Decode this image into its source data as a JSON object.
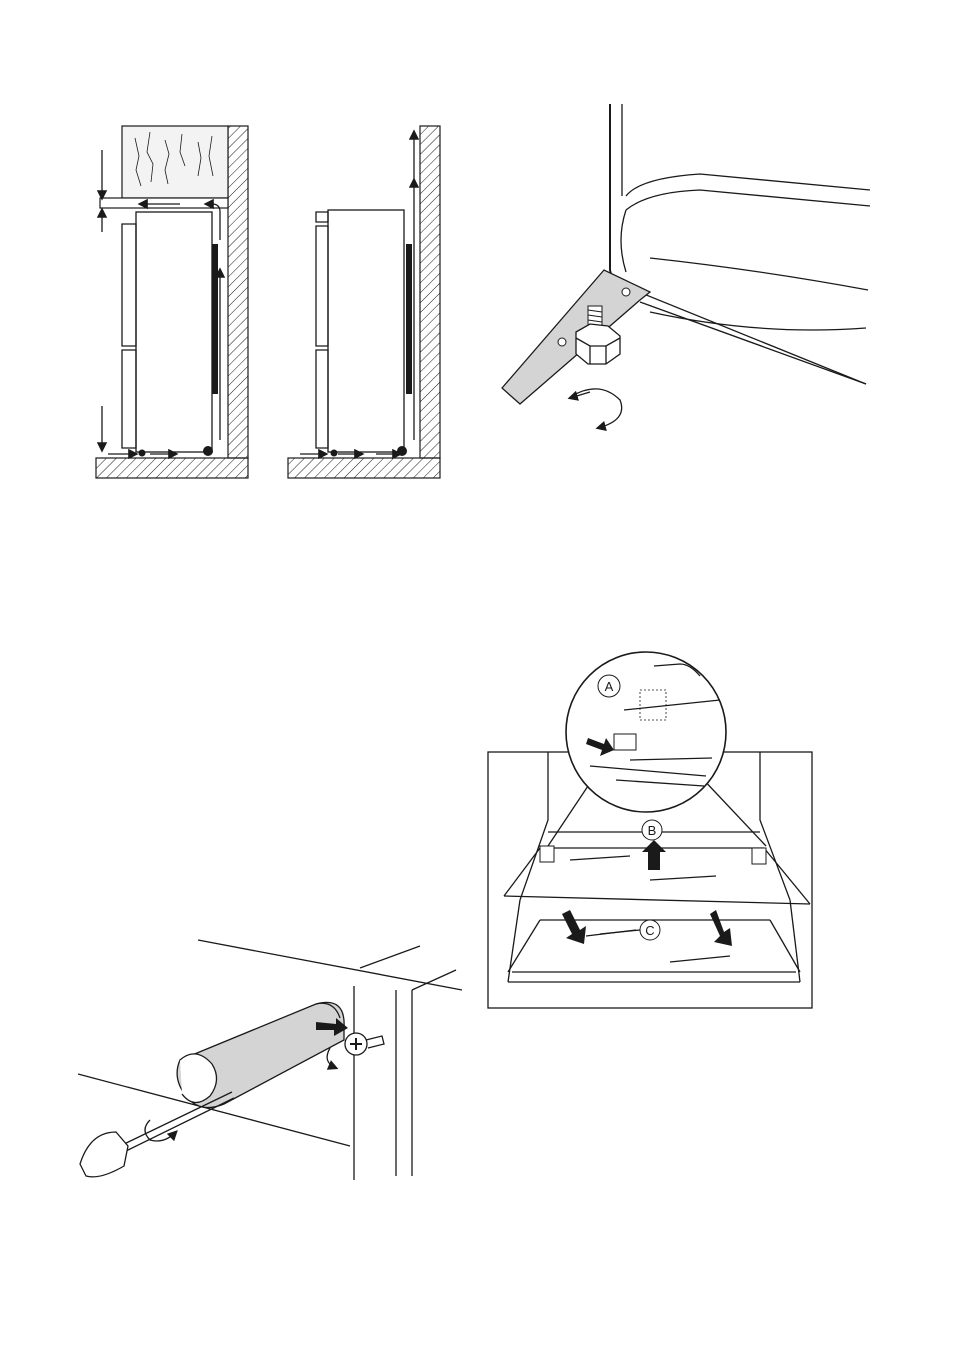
{
  "labels": {
    "a": "A",
    "b": "B",
    "c": "C"
  },
  "colors": {
    "ink": "#1a1a1a",
    "shade": "#d4d4d4",
    "paper": "#ffffff"
  }
}
